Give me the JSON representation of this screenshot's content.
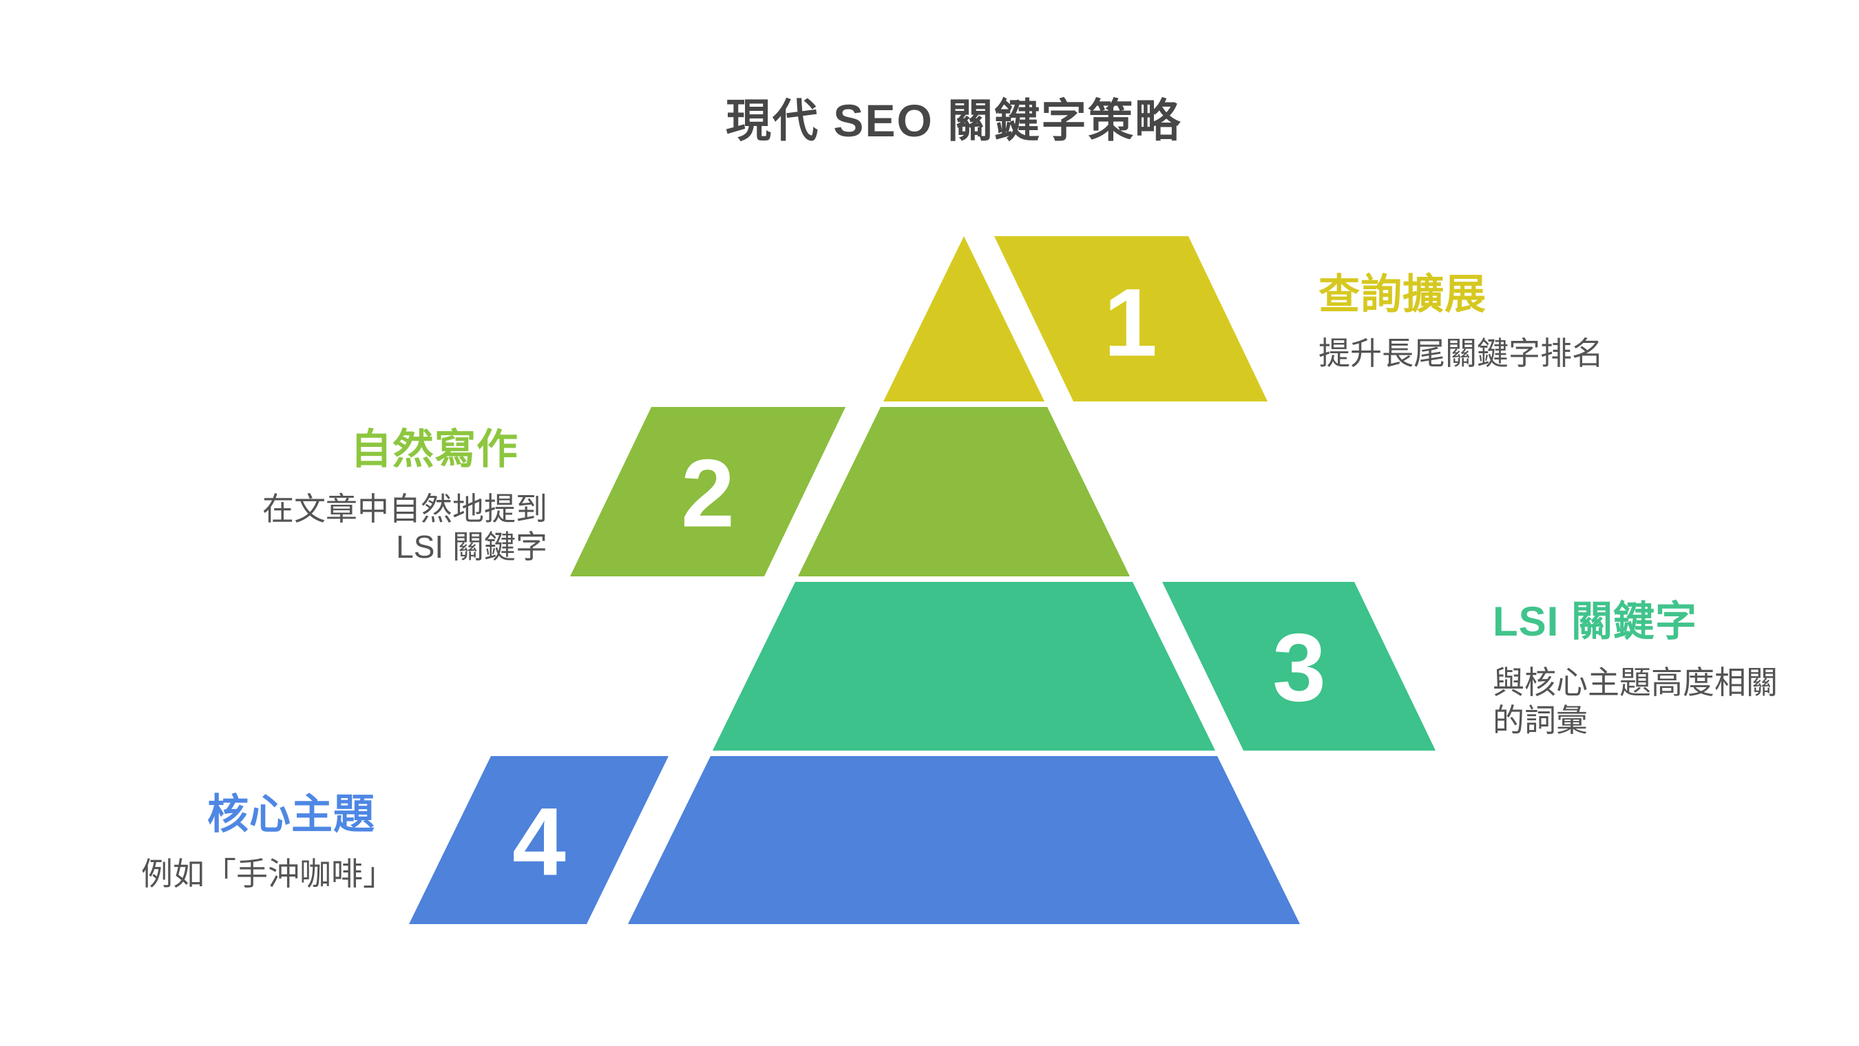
{
  "title": "現代 SEO 關鍵字策略",
  "title_color": "#474747",
  "body_text_color": "#545454",
  "background": "#FFFFFF",
  "number_text_color": "#FFFFFF",
  "layers": [
    {
      "number": "1",
      "heading": "查詢擴展",
      "body_lines": [
        "提升長尾關鍵字排名"
      ],
      "color": "#D6CA22",
      "heading_color": "#D6C821",
      "label_side": "right"
    },
    {
      "number": "2",
      "heading": "自然寫作",
      "body_lines": [
        "在文章中自然地提到",
        "LSI 關鍵字"
      ],
      "color": "#8CBD3E",
      "heading_color": "#8DC63F",
      "label_side": "left"
    },
    {
      "number": "3",
      "heading": "LSI 關鍵字",
      "body_lines": [
        "與核心主題高度相關",
        "的詞彙"
      ],
      "color": "#3CC28A",
      "heading_color": "#41C48C",
      "label_side": "right"
    },
    {
      "number": "4",
      "heading": "核心主題",
      "body_lines": [
        "例如「手沖咖啡」"
      ],
      "color": "#4E82DB",
      "heading_color": "#4E87E4",
      "label_side": "left"
    }
  ]
}
